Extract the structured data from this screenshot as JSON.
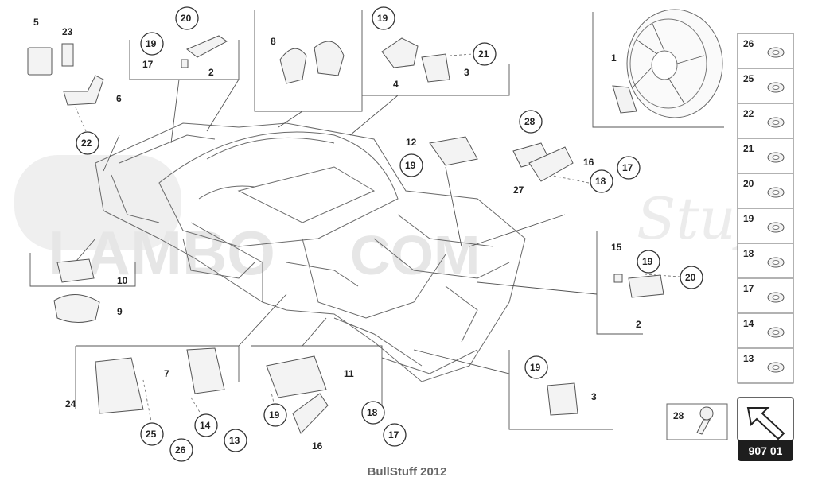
{
  "credit": "BullStuff 2012",
  "diagram_code": "907 01",
  "watermark": {
    "main": "LAMBO",
    "sub": "Stuff",
    "tag": "COM"
  },
  "callouts": {
    "n5": "5",
    "n23": "23",
    "n6": "6",
    "n22a": "22",
    "n20a": "20",
    "n19a": "19",
    "n17a": "17",
    "n2a": "2",
    "n8": "8",
    "n19b": "19",
    "n4": "4",
    "n21a": "21",
    "n3a": "3",
    "n1": "1",
    "n12": "12",
    "n19c": "19",
    "n28a": "28",
    "n16a": "16",
    "n17b": "17",
    "n18a": "18",
    "n27": "27",
    "n15": "15",
    "n19d": "19",
    "n20b": "20",
    "n2b": "2",
    "n10": "10",
    "n9": "9",
    "n7": "7",
    "n24": "24",
    "n25a": "25",
    "n26a": "26",
    "n14a": "14",
    "n13a": "13",
    "n11": "11",
    "n19e": "19",
    "n16b": "16",
    "n18b": "18",
    "n17c": "17",
    "n19f": "19",
    "n3b": "3",
    "n28b": "28"
  },
  "legend": [
    {
      "num": "26"
    },
    {
      "num": "25"
    },
    {
      "num": "22"
    },
    {
      "num": "21"
    },
    {
      "num": "20"
    },
    {
      "num": "19"
    },
    {
      "num": "18"
    },
    {
      "num": "17"
    },
    {
      "num": "14"
    },
    {
      "num": "13"
    }
  ]
}
